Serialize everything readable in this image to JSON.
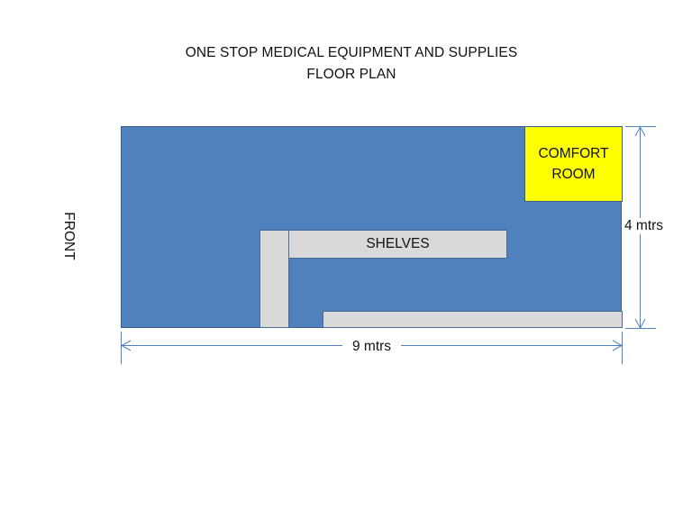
{
  "title": {
    "line1": "ONE STOP MEDICAL EQUIPMENT AND SUPPLIES",
    "line2": "FLOOR PLAN"
  },
  "plan": {
    "comfort_room": "COMFORT\nROOM",
    "shelves": "SHELVES",
    "front": "FRONT",
    "width_label": "9 mtrs",
    "height_label": "4 mtrs"
  },
  "colors": {
    "floor": "#4f81bd",
    "comfort_room": "#ffff00",
    "shelves": "#d9d9d9",
    "dimension_lines": "#4f81bd"
  }
}
